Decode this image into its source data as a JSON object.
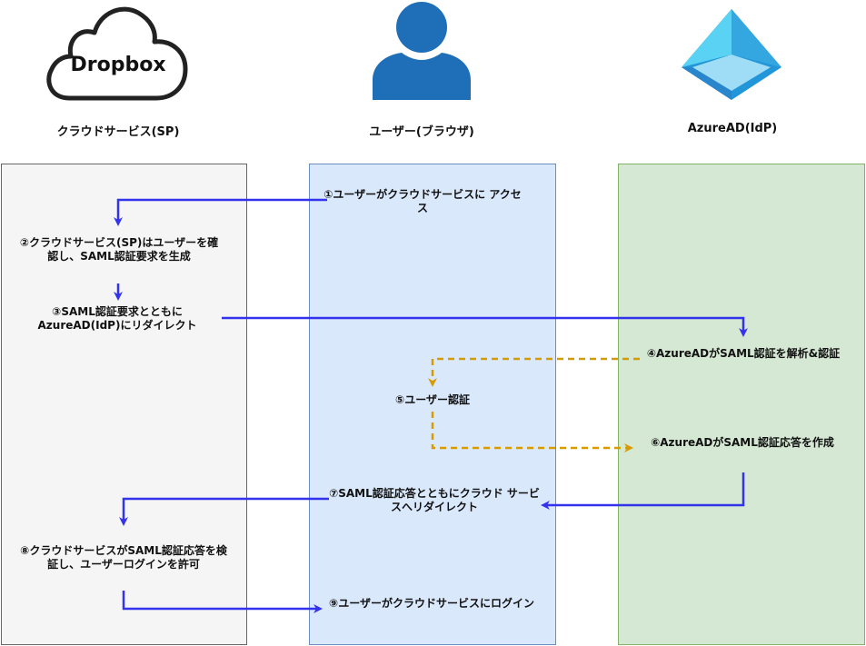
{
  "actors": {
    "sp": {
      "label": "クラウドサービス(SP)",
      "logo_text": "Dropbox"
    },
    "user": {
      "label": "ユーザー(ブラウザ)"
    },
    "idp": {
      "label": "AzureAD(IdP)"
    }
  },
  "steps": [
    {
      "id": 1,
      "text": "①ユーザーがクラウドサービスに アクセス"
    },
    {
      "id": 2,
      "text": "②クラウドサービス(SP)はユーザーを確認し、SAML認証要求を生成"
    },
    {
      "id": 3,
      "text": "③SAML認証要求とともに AzureAD(IdP)にリダイレクト"
    },
    {
      "id": 4,
      "text": "④AzureADがSAML認証を解析&認証"
    },
    {
      "id": 5,
      "text": "⑤ユーザー認証"
    },
    {
      "id": 6,
      "text": "⑥AzureADがSAML認証応答を作成"
    },
    {
      "id": 7,
      "text": "⑦SAML認証応答とともにクラウド サービスへリダイレクト"
    },
    {
      "id": 8,
      "text": "⑧クラウドサービスがSAML認証応答を検証し、ユーザーログインを許可"
    },
    {
      "id": 9,
      "text": "⑨ユーザーがクラウドサービスにログイン"
    }
  ],
  "colors": {
    "blue_arrow": "#3333ee",
    "orange_arrow": "#d79b00",
    "person_icon": "#1f6fb8",
    "azure_icon": "#4fc3f7"
  },
  "icons": {
    "sp": "cloud-icon",
    "user": "person-icon",
    "idp": "azure-ad-pyramid-icon"
  }
}
